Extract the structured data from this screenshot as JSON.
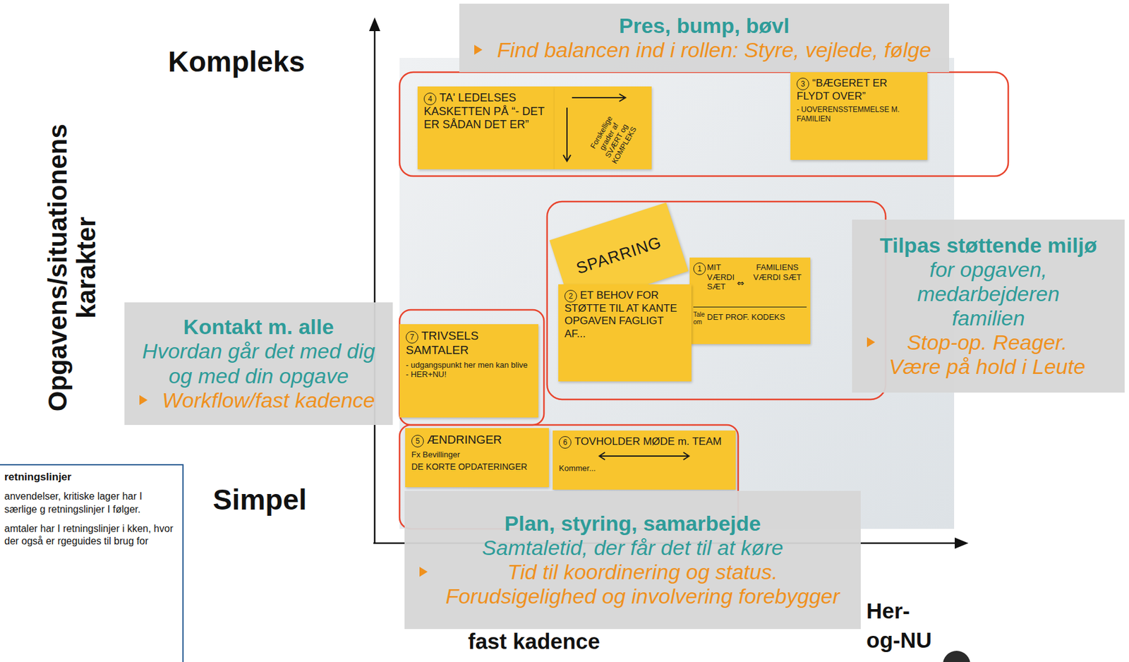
{
  "diagram": {
    "nodes": [
      {
        "text": [
          "Pres, bump, bøvl",
          "Find balancen ind i rollen: Styre, vejlede, følge"
        ]
      },
      {
        "text": [
          "4",
          "TA' LEDELSES KASKETTEN PÅ “- DET ER SÅDAN DET ER”"
        ]
      },
      {
        "text": [
          "Forskellige grader af SVÆRT og KOMPLEKS"
        ]
      },
      {
        "text": [
          "3",
          "“BÆGERET ER FLYDT OVER”",
          "- UOVERENSSTEMMELSE M. FAMILIEN"
        ]
      },
      {
        "text": [
          "SPARRING"
        ]
      },
      {
        "text": [
          "1",
          "MIT VÆRDI SÆT",
          "⇔",
          "FAMILIENS VÆRDI SÆT",
          "Tale om",
          "DET PROF. KODEKS"
        ]
      },
      {
        "text": [
          "Tilpas støttende miljø",
          "for opgaven, medarbejderen familien",
          "Stop-op. Reager. Være på hold i Leute"
        ]
      },
      {
        "text": [
          "2",
          "ET BEHOV FOR STØTTE TIL AT KANTE OPGAVEN FAGLIGT AF..."
        ]
      },
      {
        "text": [
          "Kontakt m. alle",
          "Hvordan går det med dig og med din opgave",
          "Workflow/fast kadence"
        ]
      },
      {
        "text": [
          "7",
          "TRIVSELS SAMTALER",
          "- udgangspunkt her men kan blive - HER+NU!"
        ]
      },
      {
        "text": [
          "5",
          "ÆNDRINGER",
          "Fx Bevillinger",
          "DE KORTE OPDATERINGER"
        ]
      },
      {
        "text": [
          "6",
          "TOVHOLDER MØDE m. TEAM",
          "Kommer..."
        ]
      },
      {
        "text": [
          "retningslinjer",
          "anvendelser, kritiske lager har I særlige g retningslinjer I følger.",
          "amtaler har I retningslinjer i kken, hvor der også er rgeguides til brug for"
        ]
      },
      {
        "text": [
          "Plan, styring, samarbejde",
          "Samtaletid, der får det til at køre",
          "Tid til koordinering og status. Forudsigelighed og involvering forebygger"
        ]
      }
    ],
    "labels": [
      "Kompleks",
      "Opgavens/situationens karakter",
      "Simpel",
      "fast kadence",
      "Her- og-NU"
    ]
  }
}
